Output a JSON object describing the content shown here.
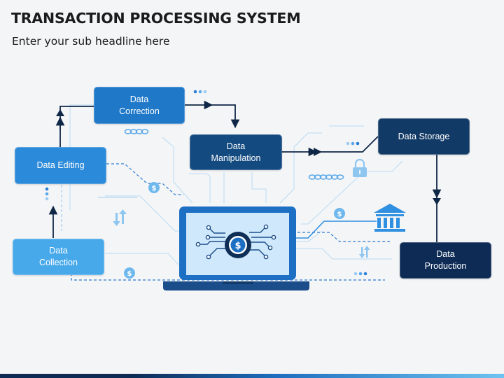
{
  "title": "TRANSACTION PROCESSING SYSTEM",
  "subtitle": "Enter your sub headline here",
  "nodes": {
    "correction": {
      "line1": "Data",
      "line2": "Correction"
    },
    "editing": {
      "line1": "Data Editing",
      "line2": ""
    },
    "collection": {
      "line1": "Data",
      "line2": "Collection"
    },
    "manipulation": {
      "line1": "Data",
      "line2": "Manipulation"
    },
    "storage": {
      "line1": "Data Storage",
      "line2": ""
    },
    "production": {
      "line1": "Data",
      "line2": "Production"
    }
  },
  "icons": {
    "center": "dollar-chip-icon",
    "bank": "bank-icon",
    "lock": "lock-icon",
    "chain": "chain-link-icon",
    "coin": "dollar-coin-icon",
    "transfer": "transfer-arrows-icon"
  },
  "colors": {
    "navy": "#0d2b55",
    "dark_blue": "#134a80",
    "blue": "#1f78c8",
    "mid_blue": "#2b8ad9",
    "light_blue": "#47a9ea",
    "connector": "#1b2f4a",
    "accent": "#5bb6f0"
  }
}
